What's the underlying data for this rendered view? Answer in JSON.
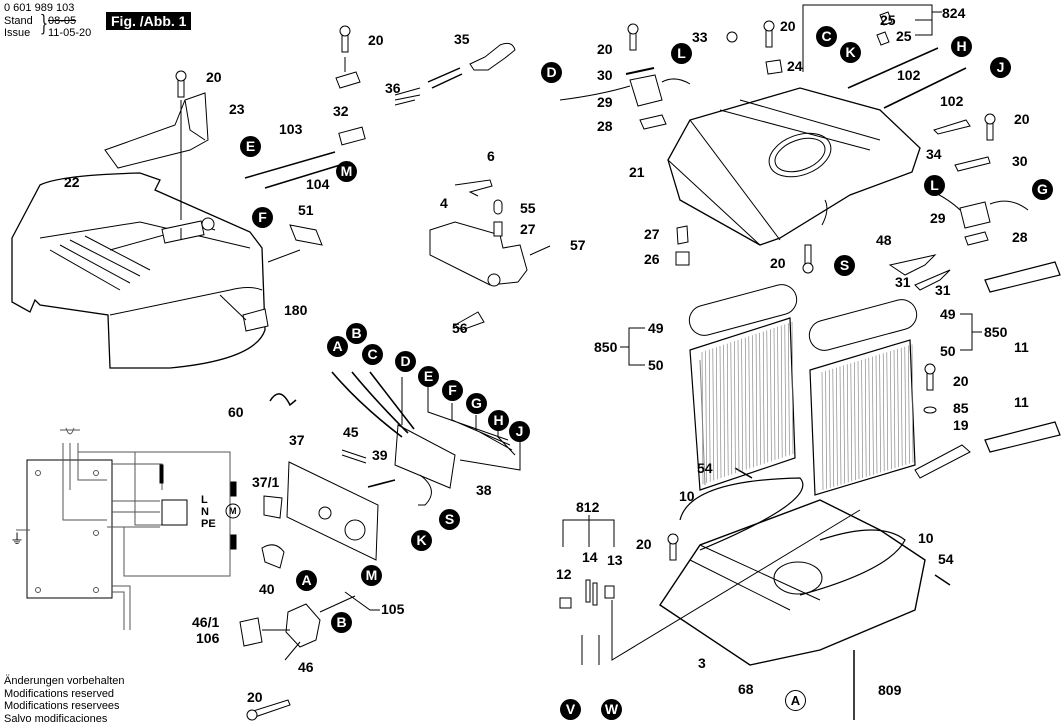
{
  "header": {
    "part_number": "0 601 989 103",
    "stand_label": "Stand",
    "issue_label": "Issue",
    "stand_value_struck": "08-05",
    "issue_value": "11-05-20",
    "figure_label": "Fig. /Abb. 1"
  },
  "footer": {
    "lines": [
      "Änderungen vorbehalten",
      "Modifications reserved",
      "Modifications reservees",
      "Salvo modificaciones"
    ]
  },
  "wiring": {
    "terminals": [
      "L",
      "N",
      "PE"
    ],
    "motor_symbol": "M",
    "earth_symbol": "⏚"
  },
  "labels": {
    "p20a": "20",
    "p23": "23",
    "p20b": "20",
    "p36": "36",
    "p35": "35",
    "p32": "32",
    "p103": "103",
    "p104": "104",
    "p22": "22",
    "p51": "51",
    "p180": "180",
    "p6": "6",
    "p4": "4",
    "p55": "55",
    "p27a": "27",
    "p57": "57",
    "p56": "56",
    "p60": "60",
    "p45": "45",
    "p39": "39",
    "p37": "37",
    "p37_1": "37/1",
    "p38": "38",
    "p40": "40",
    "p46_1": "46/1",
    "p106": "106",
    "p46": "46",
    "p20c": "20",
    "p105": "105",
    "p20d": "20",
    "p30a": "30",
    "p29a": "29",
    "p28a": "28",
    "p33": "33",
    "p20e": "20",
    "p24": "24",
    "p25a": "25",
    "p25b": "25",
    "p824": "824",
    "p102a": "102",
    "p102b": "102",
    "p21": "21",
    "p27b": "27",
    "p26": "26",
    "p20f": "20",
    "p48": "48",
    "p34": "34",
    "p20g": "20",
    "p30b": "30",
    "p29b": "29",
    "p28b": "28",
    "p31a": "31",
    "p31b": "31",
    "p49a": "49",
    "p50a": "50",
    "p850a": "850",
    "p49b": "49",
    "p50b": "50",
    "p850b": "850",
    "p11a": "11",
    "p11b": "11",
    "p20h": "20",
    "p85": "85",
    "p19": "19",
    "p54a": "54",
    "p10a": "10",
    "p10b": "10",
    "p54b": "54",
    "p20i": "20",
    "p812": "812",
    "p12": "12",
    "p14": "14",
    "p13": "13",
    "p3": "3",
    "p68": "68",
    "p809": "809"
  },
  "connectors": {
    "E1": "E",
    "F1": "F",
    "M1": "M",
    "A1": "A",
    "B1": "B",
    "C1": "C",
    "D1": "D",
    "E2": "E",
    "F2": "F",
    "G1": "G",
    "H1": "H",
    "J1": "J",
    "S1": "S",
    "K1": "K",
    "A2": "A",
    "B2": "B",
    "M2": "M",
    "D2": "D",
    "L1": "L",
    "C2": "C",
    "K2": "K",
    "H2": "H",
    "J2": "J",
    "S2": "S",
    "L2": "L",
    "G2": "G",
    "V1": "V",
    "W1": "W",
    "A3": "A"
  }
}
